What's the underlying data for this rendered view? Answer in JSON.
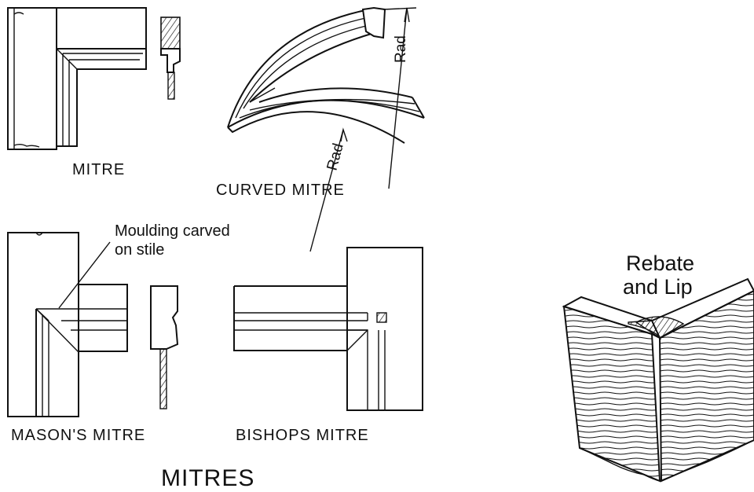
{
  "labels": {
    "mitre": "MITRE",
    "curved_mitre": "CURVED MITRE",
    "rad_top": "Rad",
    "rad_bottom": "Rad",
    "callout_line1": "Moulding carved",
    "callout_line2": "on stile",
    "masons_mitre": "MASON'S MITRE",
    "bishops_mitre": "BISHOPS MITRE",
    "title": "MITRES",
    "rebate_line1": "Rebate",
    "rebate_line2": "and Lip"
  }
}
